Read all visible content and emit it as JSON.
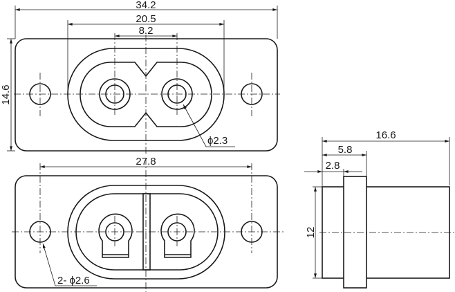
{
  "title": "IEC C8 panel-mount socket dimension drawing",
  "front_view": {
    "overall_width": "34.2",
    "oval_width": "20.5",
    "pin_spacing": "8.2",
    "plate_height": "14.6",
    "pin_diameter": "ϕ2.3"
  },
  "rear_view": {
    "hole_spacing": "27.8",
    "mount_holes": "2- ϕ2.6"
  },
  "side_view": {
    "overall_depth": "16.6",
    "flange_to_front": "5.8",
    "front_depth": "2.8",
    "body_height": "12"
  }
}
